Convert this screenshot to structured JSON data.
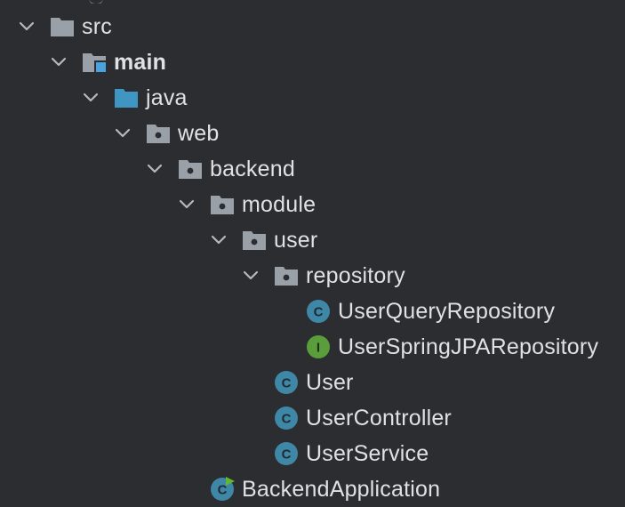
{
  "tree": {
    "nodes": [
      {
        "label": "src",
        "expanded": true,
        "icon": "folder-icon",
        "bold": false
      },
      {
        "label": "main",
        "expanded": true,
        "icon": "source-root-folder-icon",
        "bold": true
      },
      {
        "label": "java",
        "expanded": true,
        "icon": "sources-folder-icon",
        "bold": false
      },
      {
        "label": "web",
        "expanded": true,
        "icon": "package-icon",
        "bold": false
      },
      {
        "label": "backend",
        "expanded": true,
        "icon": "package-icon",
        "bold": false
      },
      {
        "label": "module",
        "expanded": true,
        "icon": "package-icon",
        "bold": false
      },
      {
        "label": "user",
        "expanded": true,
        "icon": "package-icon",
        "bold": false
      },
      {
        "label": "repository",
        "expanded": true,
        "icon": "package-icon",
        "bold": false
      },
      {
        "label": "UserQueryRepository",
        "icon": "class-icon",
        "icon_letter": "C",
        "bold": false
      },
      {
        "label": "UserSpringJPARepository",
        "icon": "interface-icon",
        "icon_letter": "I",
        "bold": false
      },
      {
        "label": "User",
        "icon": "class-icon",
        "icon_letter": "C",
        "bold": false
      },
      {
        "label": "UserController",
        "icon": "class-icon",
        "icon_letter": "C",
        "bold": false
      },
      {
        "label": "UserService",
        "icon": "class-icon",
        "icon_letter": "C",
        "bold": false
      },
      {
        "label": "BackendApplication",
        "icon": "spring-boot-class-icon",
        "icon_letter": "C",
        "bold": false
      }
    ]
  },
  "colors": {
    "background": "#2b2d30",
    "text": "#dfe1e5",
    "chevron": "#b4b8bf",
    "folder": "#9aa0a8",
    "sources_folder": "#3f96c2",
    "source_root_badge": "#4aa3df",
    "class_icon": "#3f87a6",
    "interface_icon": "#5a9e3c",
    "run_badge": "#5fb832"
  }
}
